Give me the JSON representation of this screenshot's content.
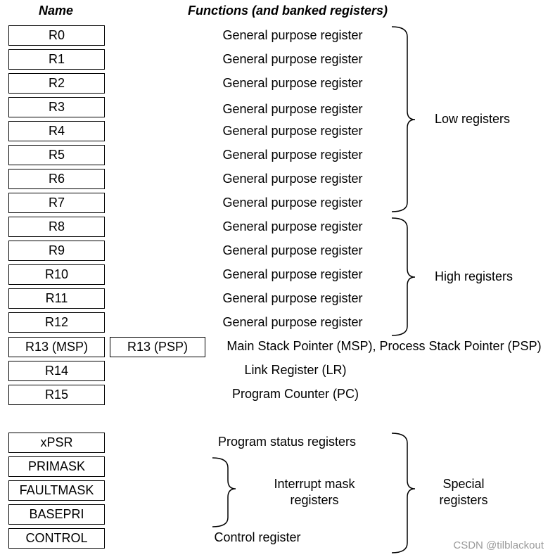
{
  "headers": {
    "name": "Name",
    "functions": "Functions (and banked registers)"
  },
  "registers": [
    {
      "name": "R0",
      "function": "General purpose register"
    },
    {
      "name": "R1",
      "function": "General purpose register"
    },
    {
      "name": "R2",
      "function": "General purpose register"
    },
    {
      "name": "R3",
      "function": "General purpose register"
    },
    {
      "name": "R4",
      "function": "General purpose register"
    },
    {
      "name": "R5",
      "function": "General purpose register"
    },
    {
      "name": "R6",
      "function": "General purpose register"
    },
    {
      "name": "R7",
      "function": "General purpose register"
    },
    {
      "name": "R8",
      "function": "General purpose register"
    },
    {
      "name": "R9",
      "function": "General purpose register"
    },
    {
      "name": "R10",
      "function": "General purpose register"
    },
    {
      "name": "R11",
      "function": "General purpose register"
    },
    {
      "name": "R12",
      "function": "General purpose register"
    },
    {
      "name": "R13 (MSP)",
      "banked": "R13 (PSP)",
      "function": "Main Stack Pointer (MSP), Process Stack Pointer (PSP)"
    },
    {
      "name": "R14",
      "function": "Link Register (LR)"
    },
    {
      "name": "R15",
      "function": "Program Counter (PC)"
    }
  ],
  "special_registers": [
    {
      "name": "xPSR"
    },
    {
      "name": "PRIMASK"
    },
    {
      "name": "FAULTMASK"
    },
    {
      "name": "BASEPRI"
    },
    {
      "name": "CONTROL"
    }
  ],
  "special_functions": {
    "status": "Program status registers",
    "interrupt_mask_line1": "Interrupt mask",
    "interrupt_mask_line2": "registers",
    "control": "Control register"
  },
  "groups": {
    "low": "Low registers",
    "high": "High registers",
    "special_line1": "Special",
    "special_line2": "registers"
  },
  "watermark": "CSDN @tilblackout"
}
